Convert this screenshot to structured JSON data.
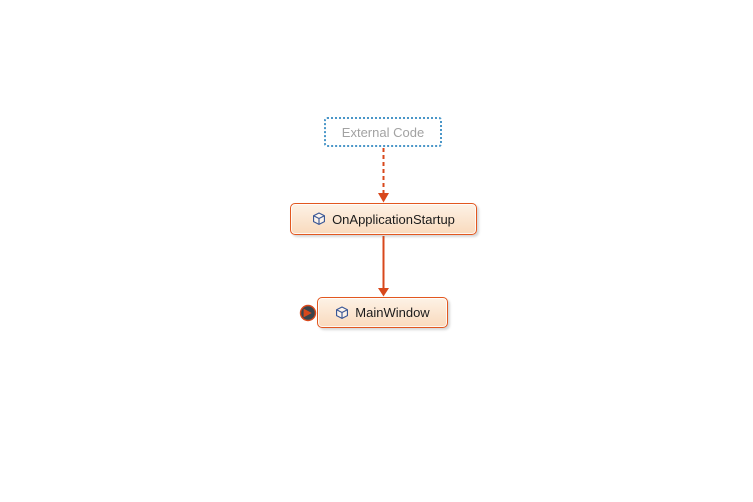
{
  "theme": {
    "canvas-bg": "#ffffff",
    "accent-orange": "#d8481c",
    "node-border": "#e2571f",
    "node-fill-top": "#fdf2e6",
    "node-fill-bottom": "#f9dabd",
    "node-text": "#1b1b1b",
    "external-border": "#4a96c8",
    "external-text": "#a2a2a2",
    "expand-circle-fill": "#39444c",
    "icon-stroke": "#3a5796"
  },
  "diagram": {
    "nodes": [
      {
        "id": "external-code",
        "label": "External Code",
        "kind": "external-group"
      },
      {
        "id": "on-application-startup",
        "label": "OnApplicationStartup",
        "kind": "member",
        "icon": "cube-icon"
      },
      {
        "id": "main-window",
        "label": "MainWindow",
        "kind": "type",
        "icon": "cube-icon"
      }
    ],
    "edges": [
      {
        "from": "external-code",
        "to": "on-application-startup",
        "style": "dashed"
      },
      {
        "from": "on-application-startup",
        "to": "main-window",
        "style": "solid"
      }
    ],
    "controls": [
      {
        "id": "expand-incoming",
        "attached_to": "main-window",
        "icon": "expand-arrow-icon"
      }
    ]
  }
}
